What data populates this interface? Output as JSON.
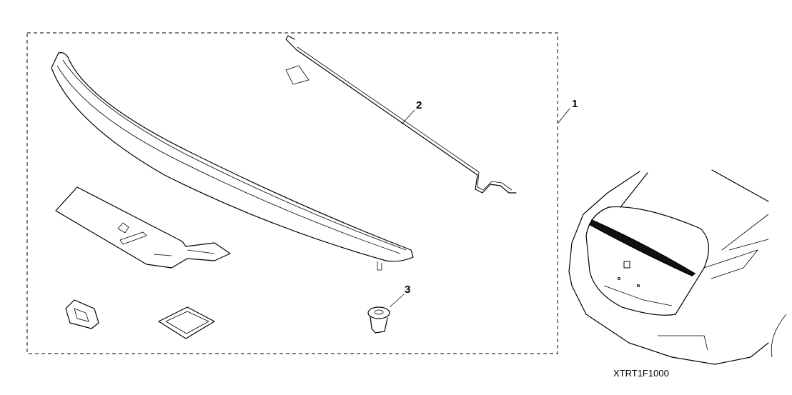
{
  "diagram": {
    "callouts": [
      {
        "id": "1",
        "label": "1"
      },
      {
        "id": "2",
        "label": "2"
      },
      {
        "id": "3",
        "label": "3"
      }
    ],
    "figure_code": "XTRT1F1000"
  }
}
